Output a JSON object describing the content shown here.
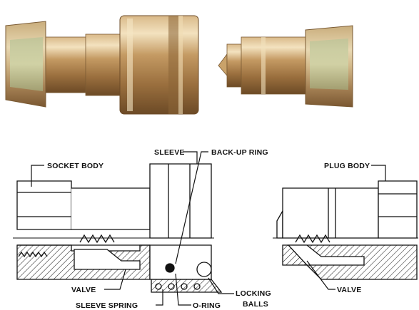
{
  "diagram": {
    "labels": {
      "socket_body": "SOCKET BODY",
      "sleeve": "SLEEVE",
      "back_up_ring": "BACK-UP RING",
      "plug_body": "PLUG BODY",
      "valve_socket": "VALVE",
      "valve_plug": "VALVE",
      "sleeve_spring": "SLEEVE SPRING",
      "o_ring": "O-RING",
      "locking": "LOCKING",
      "balls": "BALLS"
    }
  }
}
